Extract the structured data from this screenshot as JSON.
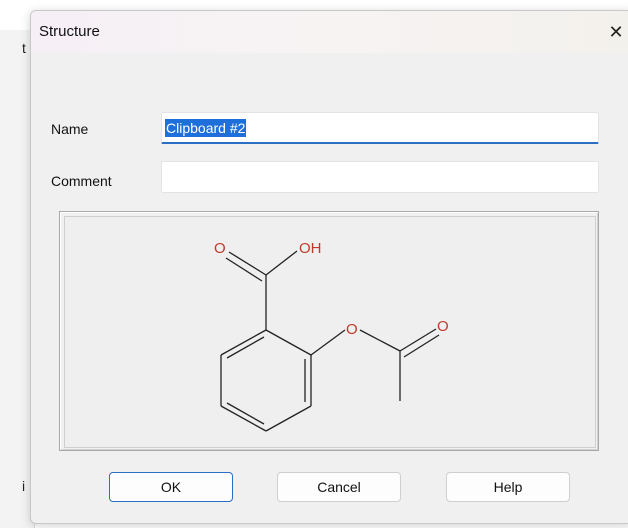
{
  "background": {
    "fragment_top": "t",
    "fragment_bottom": "i"
  },
  "dialog": {
    "title": "Structure",
    "close_glyph": "✕",
    "name_label": "Name",
    "name_value": "Clipboard #2",
    "comment_label": "Comment",
    "comment_value": "",
    "molecule": {
      "atom_o_carbonyl": "O",
      "atom_oh": "OH",
      "atom_o_ester": "O",
      "atom_o_acetyl": "O"
    },
    "buttons": {
      "ok": "OK",
      "cancel": "Cancel",
      "help": "Help"
    }
  },
  "colors": {
    "accent": "#2a6fc4",
    "selection": "#1e6fd9",
    "oxygen": "#c0392b",
    "bond": "#222222"
  }
}
